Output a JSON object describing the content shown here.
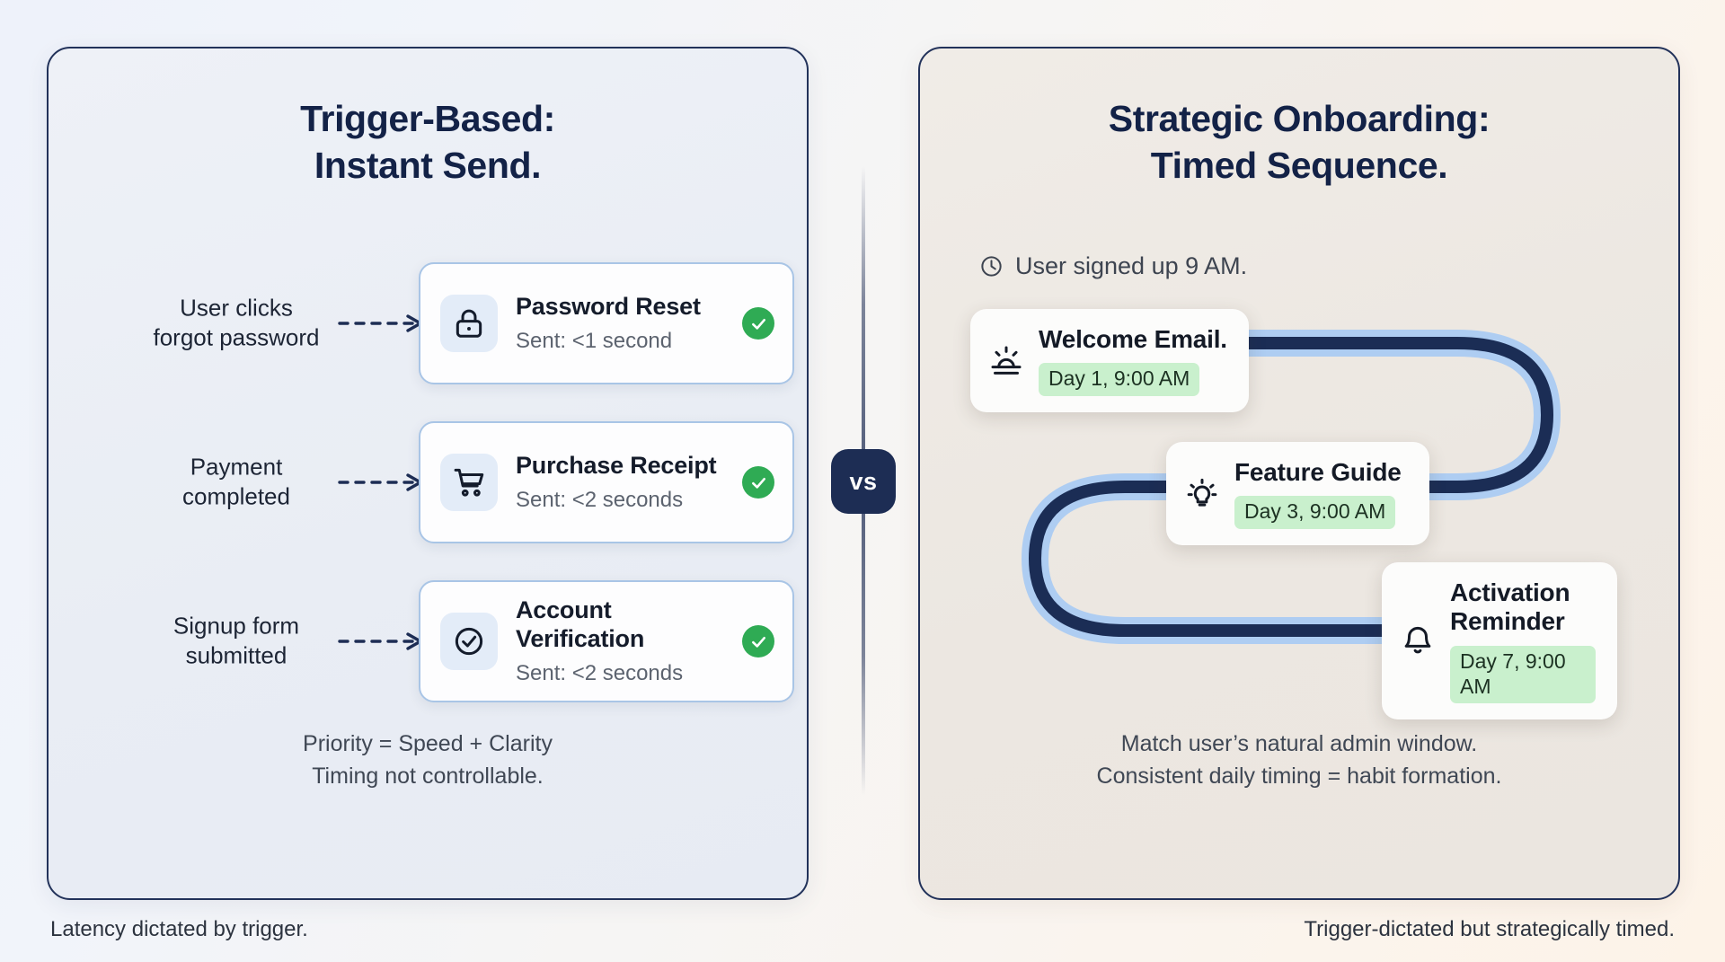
{
  "left_panel": {
    "title_line1": "Trigger-Based:",
    "title_line2": "Instant Send.",
    "triggers": [
      {
        "label_line1": "User clicks",
        "label_line2": "forgot password",
        "icon": "lock-icon",
        "title": "Password Reset",
        "subtitle": "Sent: <1 second",
        "status": "check-circle-icon"
      },
      {
        "label_line1": "Payment",
        "label_line2": "completed",
        "icon": "shopping-cart-icon",
        "title": "Purchase Receipt",
        "subtitle": "Sent: <2 seconds",
        "status": "check-circle-icon"
      },
      {
        "label_line1": "Signup form",
        "label_line2": "submitted",
        "icon": "check-circle-outline-icon",
        "title": "Account Verification",
        "subtitle": "Sent: <2 seconds",
        "status": "check-circle-icon"
      }
    ],
    "footnote_line1": "Priority = Speed + Clarity",
    "footnote_line2": "Timing not controllable."
  },
  "divider": {
    "badge_label": "vs"
  },
  "right_panel": {
    "title_line1": "Strategic Onboarding:",
    "title_line2": "Timed Sequence.",
    "signup_note": "User signed up 9 AM.",
    "signup_note_icon": "clock-icon",
    "sequence": [
      {
        "icon": "sunrise-icon",
        "title": "Welcome Email.",
        "badge": "Day 1, 9:00 AM"
      },
      {
        "icon": "lightbulb-icon",
        "title": "Feature Guide",
        "badge": "Day 3, 9:00 AM"
      },
      {
        "icon": "bell-icon",
        "title": "Activation Reminder",
        "badge": "Day 7, 9:00 AM"
      }
    ],
    "footnote_line1": "Match user’s natural admin window.",
    "footnote_line2": "Consistent daily timing = habit formation."
  },
  "captions": {
    "left": "Latency dictated by trigger.",
    "right": "Trigger-dictated but strategically timed."
  },
  "colors": {
    "navy": "#132247",
    "path_dark": "#1b2d55",
    "path_glow": "#aecdf2",
    "success_green": "#2fab54",
    "badge_green_bg": "#c9f0cd",
    "card_border_blue": "#a9c5e6"
  }
}
